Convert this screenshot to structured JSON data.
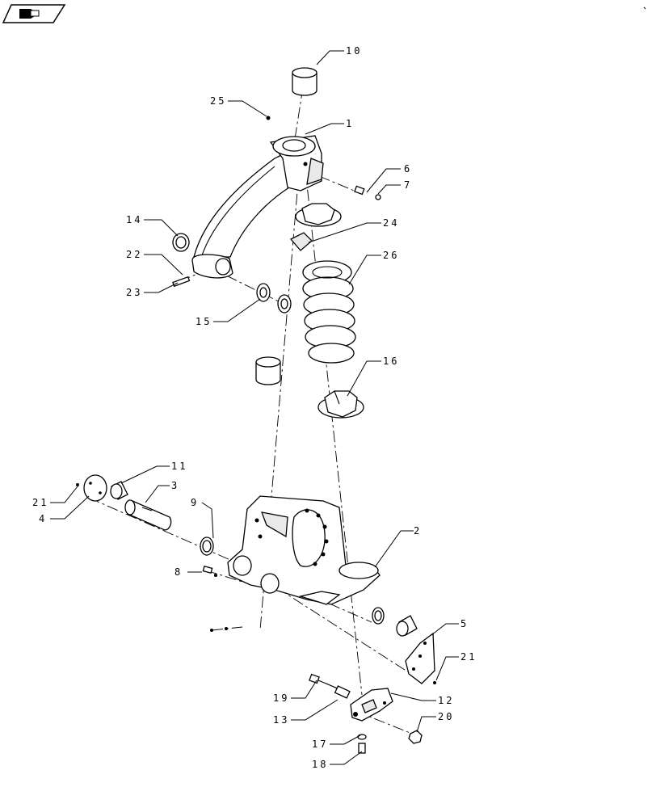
{
  "header": {
    "icon": "pointing-hand-icon"
  },
  "callouts": {
    "c1": "1",
    "c2": "2",
    "c3": "3",
    "c4": "4",
    "c5": "5",
    "c6": "6",
    "c7": "7",
    "c8": "8",
    "c9": "9",
    "c10": "10",
    "c11": "11",
    "c12": "12",
    "c13": "13",
    "c14": "14",
    "c15": "15",
    "c16": "16",
    "c17": "17",
    "c18": "18",
    "c19": "19",
    "c20": "20",
    "c21a": "21",
    "c21b": "21",
    "c22": "22",
    "c23": "23",
    "c24": "24",
    "c25": "25",
    "c26": "26"
  }
}
